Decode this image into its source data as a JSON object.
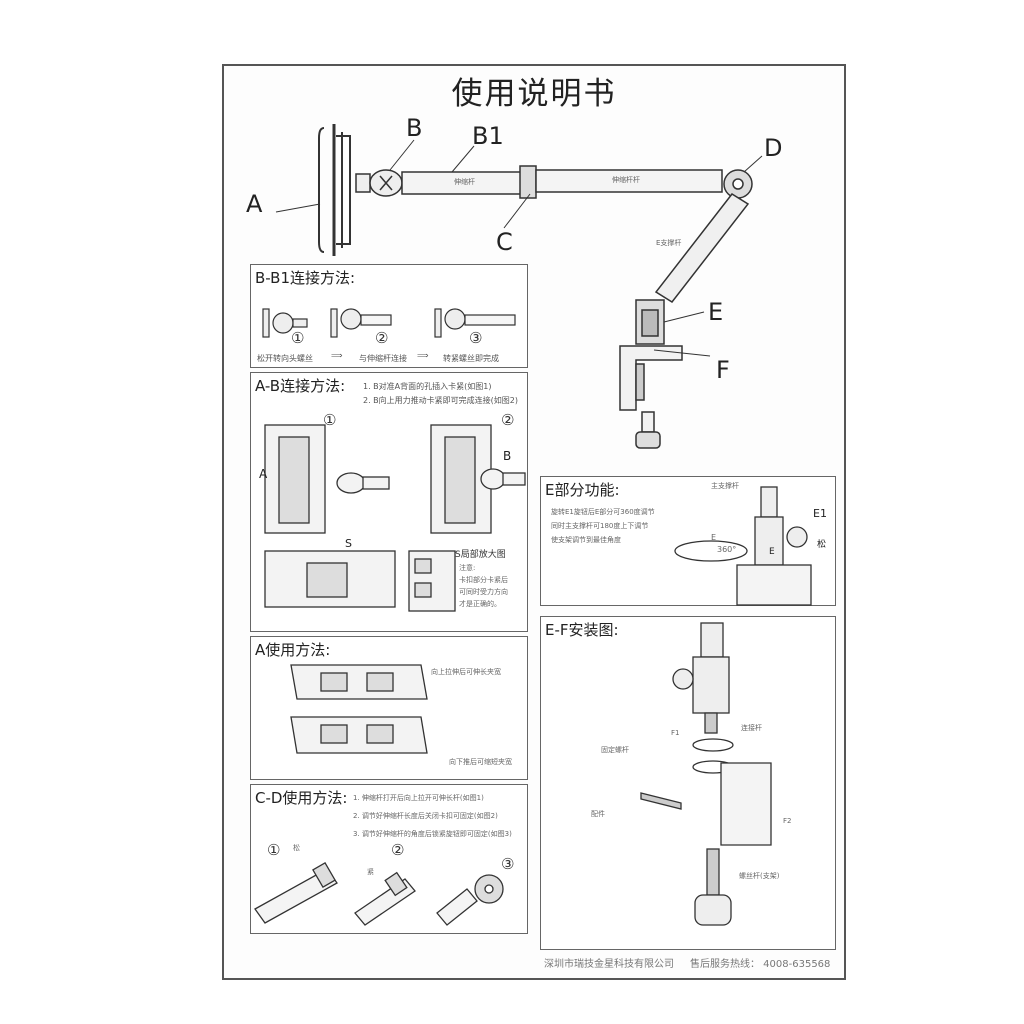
{
  "document": {
    "title": "使用说明书",
    "labels": {
      "a": "A",
      "b": "B",
      "b1": "B1",
      "c": "C",
      "d": "D",
      "e": "E",
      "f": "F"
    },
    "tube_text_1": "伸缩杆",
    "tube_text_2": "伸缩杆杆",
    "arm_text": "E支撑杆"
  },
  "panel_bb1": {
    "title": "B-B1连接方法:",
    "steps": [
      "①",
      "②",
      "③"
    ],
    "captions": [
      "松开转向头螺丝",
      "⟹",
      "与伸缩杆连接",
      "⟹",
      "转紧螺丝即完成"
    ]
  },
  "panel_ab": {
    "title": "A-B连接方法:",
    "instructions": [
      "1. B对准A背面的孔插入卡紧(如图1)",
      "2. B向上用力推动卡紧即可完成连接(如图2)"
    ],
    "step1": "①",
    "step2": "②",
    "label_a": "A",
    "label_b": "B",
    "label_s": "S",
    "zoom_title": "S局部放大图",
    "zoom_note_title": "注意:",
    "zoom_notes": [
      "卡扣部分卡紧后",
      "可同时受力方向",
      "才是正确的。"
    ]
  },
  "panel_e": {
    "title": "E部分功能:",
    "lines": [
      "旋转E1旋钮后E部分可360度调节",
      "同时主支撑杆可180度上下调节",
      "使支架调节到最佳角度"
    ],
    "label_e": "E",
    "label_deg": "360°",
    "label_e1": "E1",
    "label_loosen": "松",
    "label_main": "主支撑杆"
  },
  "panel_a": {
    "title": "A使用方法:",
    "note1": "向上拉伸后可伸长夹宽",
    "note2": "向下推后可缩短夹宽"
  },
  "panel_cd": {
    "title": "C-D使用方法:",
    "instructions": [
      "1. 伸缩杆打开后向上拉开可伸长杆(如图1)",
      "2. 调节好伸缩杆长度后关闭卡扣可固定(如图2)",
      "3. 调节好伸缩杆的角度后锁紧旋钮即可固定(如图3)"
    ],
    "steps": [
      "①",
      "②",
      "③"
    ],
    "loosen": "松",
    "tighten": "紧"
  },
  "panel_ef": {
    "title": "E-F安装图:",
    "parts": [
      "连接杆",
      "F1",
      "固定螺杆",
      "配件",
      "F2",
      "螺丝杆(支架)"
    ]
  },
  "footer": {
    "company": "深圳市瑞技金星科技有限公司",
    "hotline": "售后服务热线：  4008-635568"
  }
}
